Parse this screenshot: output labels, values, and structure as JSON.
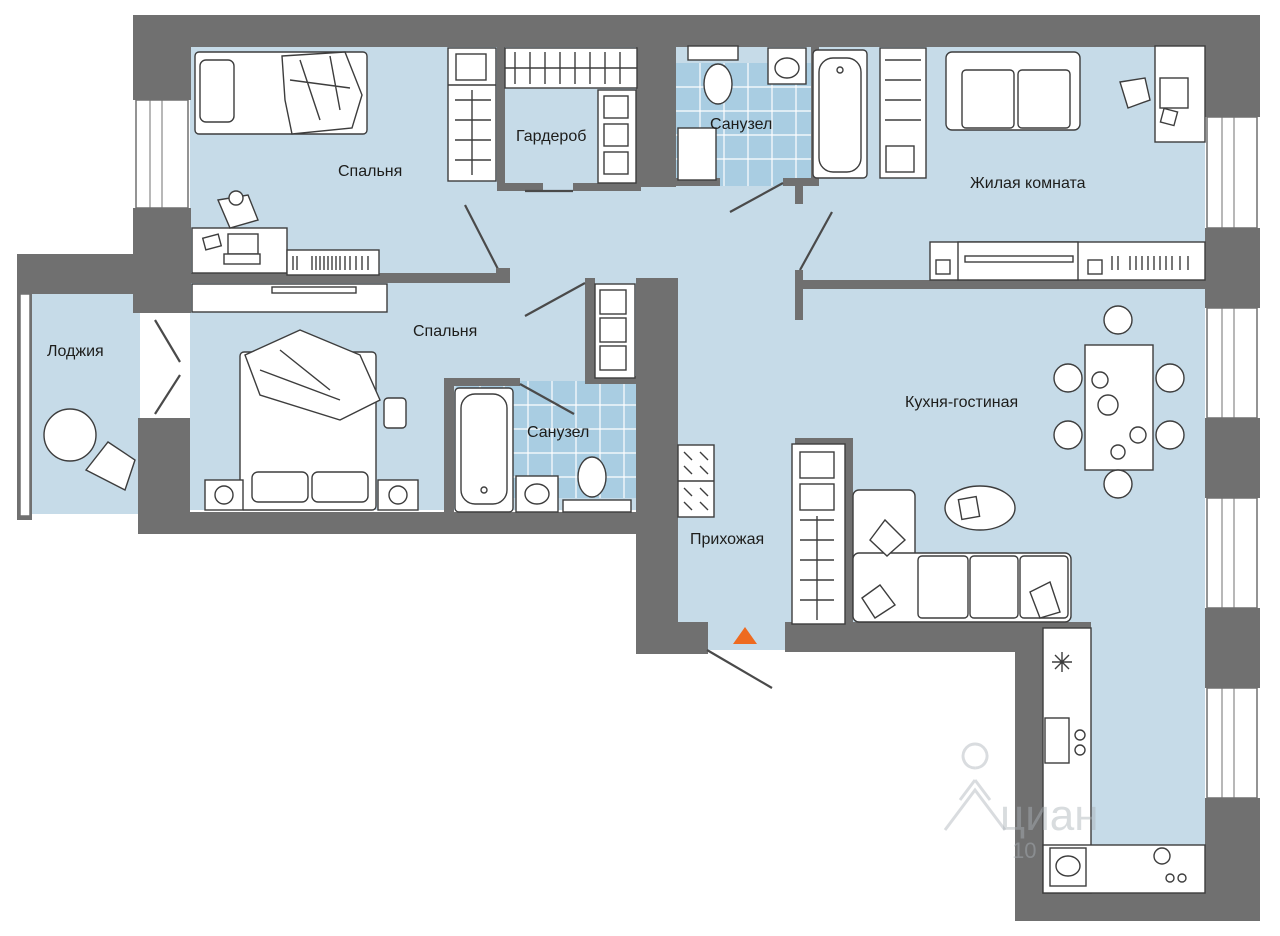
{
  "rooms": {
    "bedroom_top": "Спальня",
    "wardrobe": "Гардероб",
    "bathroom_top": "Санузел",
    "living_room": "Жилая комната",
    "loggia": "Лоджия",
    "bedroom_bottom": "Спальня",
    "bathroom_bottom": "Санузел",
    "kitchen_living": "Кухня-гостиная",
    "hallway": "Прихожая"
  },
  "watermark": {
    "brand": "циан",
    "sub": "10"
  },
  "colors": {
    "floor": "#c6dbe8",
    "wall": "#707070",
    "tile": "#a9cde2",
    "entrance_marker": "#ee6a1f"
  }
}
